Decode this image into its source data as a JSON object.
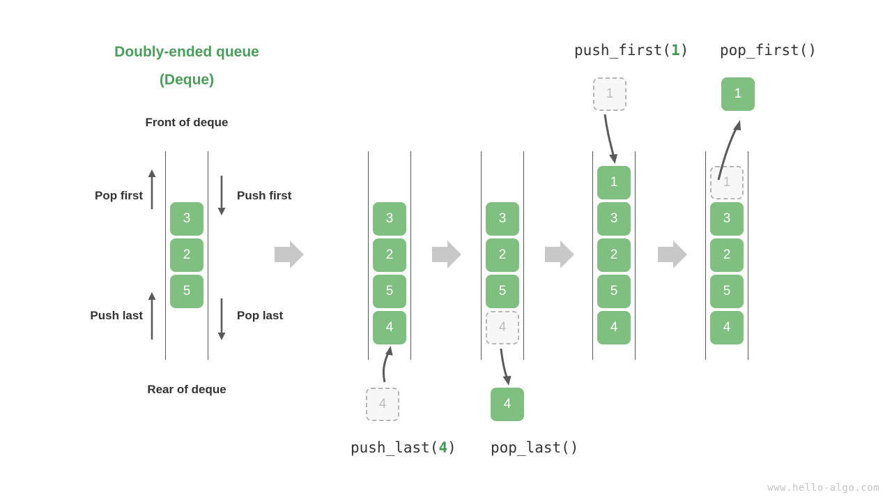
{
  "title": {
    "line1": "Doubly-ended queue",
    "line2": "(Deque)",
    "color": "#4a9e5c"
  },
  "labels": {
    "front_of_deque": "Front of deque",
    "rear_of_deque": "Rear of deque",
    "pop_first": "Pop first",
    "push_first": "Push first",
    "push_last": "Push last",
    "pop_last": "Pop last"
  },
  "operations": {
    "push_first": {
      "name": "push_first(",
      "arg": "1",
      "close": ")"
    },
    "pop_first": {
      "name": "pop_first()"
    },
    "push_last": {
      "name": "push_last(",
      "arg": "4",
      "close": ")"
    },
    "pop_last": {
      "name": "pop_last()"
    }
  },
  "colors": {
    "accent_green": "#4a9e5c",
    "box_green": "#7fbf7f",
    "ghost_fill": "#f7f7f7",
    "ghost_border": "#b5b5b5",
    "ghost_text": "#bdbdbd",
    "rail": "#555555",
    "arrow_dark": "#5a5a5a",
    "arrow_step": "#c8c8c8",
    "text_dark": "#333333",
    "watermark": "#c5c5c5"
  },
  "panels": [
    {
      "id": "panel-overview",
      "caption": "",
      "items": [
        {
          "value": "3",
          "state": "solid"
        },
        {
          "value": "2",
          "state": "solid"
        },
        {
          "value": "5",
          "state": "solid"
        }
      ]
    },
    {
      "id": "panel-push-last",
      "caption": "push_last(4)",
      "items": [
        {
          "value": "3",
          "state": "solid"
        },
        {
          "value": "2",
          "state": "solid"
        },
        {
          "value": "5",
          "state": "solid"
        },
        {
          "value": "4",
          "state": "solid"
        }
      ],
      "external": {
        "value": "4",
        "state": "ghost",
        "position": "below"
      }
    },
    {
      "id": "panel-pop-last",
      "caption": "pop_last()",
      "items": [
        {
          "value": "3",
          "state": "solid"
        },
        {
          "value": "2",
          "state": "solid"
        },
        {
          "value": "5",
          "state": "solid"
        },
        {
          "value": "4",
          "state": "ghost"
        }
      ],
      "external": {
        "value": "4",
        "state": "solid",
        "position": "below"
      }
    },
    {
      "id": "panel-push-first",
      "caption": "push_first(1)",
      "items": [
        {
          "value": "1",
          "state": "solid"
        },
        {
          "value": "3",
          "state": "solid"
        },
        {
          "value": "2",
          "state": "solid"
        },
        {
          "value": "5",
          "state": "solid"
        },
        {
          "value": "4",
          "state": "solid"
        }
      ],
      "external": {
        "value": "1",
        "state": "ghost",
        "position": "above"
      }
    },
    {
      "id": "panel-pop-first",
      "caption": "pop_first()",
      "items": [
        {
          "value": "1",
          "state": "ghost"
        },
        {
          "value": "3",
          "state": "solid"
        },
        {
          "value": "2",
          "state": "solid"
        },
        {
          "value": "5",
          "state": "solid"
        },
        {
          "value": "4",
          "state": "solid"
        }
      ],
      "external": {
        "value": "1",
        "state": "solid",
        "position": "above"
      }
    }
  ],
  "watermark": "www.hello-algo.com"
}
